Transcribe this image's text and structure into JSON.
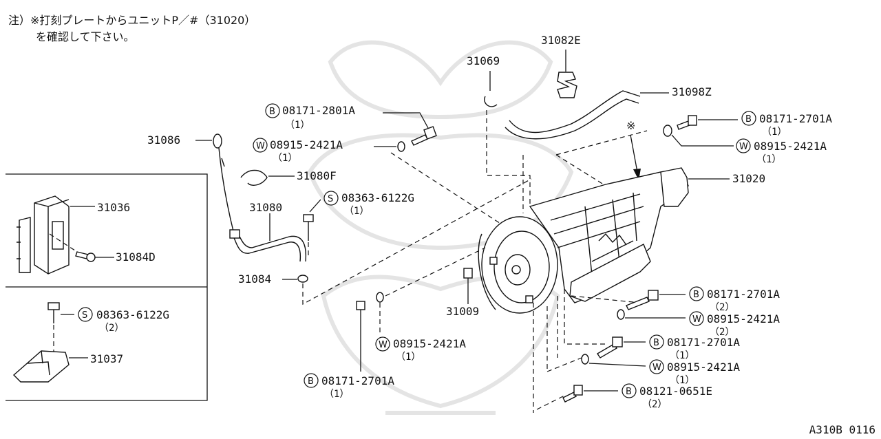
{
  "note": {
    "line1": "注）※打刻プレートからユニットP／#（31020）",
    "line2": "を確認して下さい。"
  },
  "footer_code": "A310B 0116",
  "labels": {
    "p31069": "31069",
    "p31082E": "31082E",
    "p31098Z": "31098Z",
    "b_2801A": "08171-2801A",
    "b_2801A_q": "（1）",
    "w_top_left": "08915-2421A",
    "w_top_left_q": "（1）",
    "p31086": "31086",
    "p31080F": "31080F",
    "p31080": "31080",
    "s_top": "08363-6122G",
    "s_top_q": "（1）",
    "p31084": "31084",
    "b_2701A_tr": "08171-2701A",
    "b_2701A_tr_q": "（1）",
    "w_tr": "08915-2421A",
    "w_tr_q": "（1）",
    "p31020": "31020",
    "asterisk": "※",
    "p31036": "31036",
    "p31084D": "31084D",
    "s_box": "08363-6122G",
    "s_box_q": "（2）",
    "p31037": "31037",
    "p31009": "31009",
    "w_mid": "08915-2421A",
    "w_mid_q": "（1）",
    "b_bottom": "08171-2701A",
    "b_bottom_q": "（1）",
    "b_r1": "08171-2701A",
    "b_r1_q": "（2）",
    "w_r1": "08915-2421A",
    "w_r1_q": "（2）",
    "b_r2": "08171-2701A",
    "b_r2_q": "（1）",
    "w_r2": "08915-2421A",
    "w_r2_q": "（1）",
    "b_r3": "08121-0651E",
    "b_r3_q": "（2）"
  },
  "circle_letters": {
    "bolt": "B",
    "washer": "W",
    "screw": "S"
  }
}
